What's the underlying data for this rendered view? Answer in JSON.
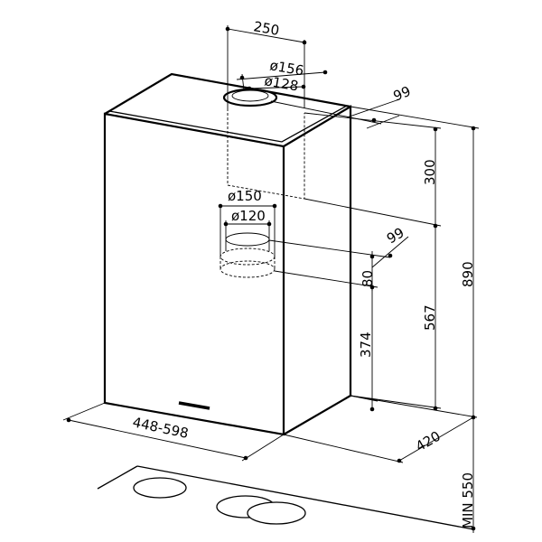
{
  "dimensions": {
    "top_duct_width": "250",
    "top_outer_diameter": "ø156",
    "top_inner_diameter": "ø128",
    "top_offset": "99",
    "upper_height": "300",
    "mid_outer_diameter": "ø150",
    "mid_inner_diameter": "ø120",
    "mid_offset": "99",
    "mid_outlet_height": "80",
    "lower_height": "374",
    "body_height": "567",
    "total_height": "890",
    "hood_width": "448-598",
    "hood_depth": "420",
    "min_clearance": "MIN 550"
  },
  "colors": {
    "line": "#000000",
    "background": "#ffffff"
  }
}
